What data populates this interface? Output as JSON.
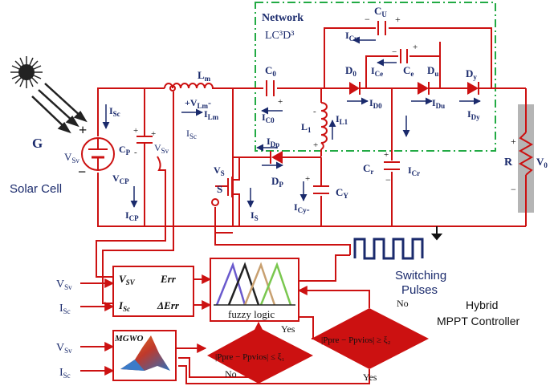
{
  "labels": {
    "network_title": "Network",
    "network_sub": "LC³D³",
    "solar_cell": "Solar Cell",
    "irradiance": "G",
    "vsv": "V",
    "vsv_sub": "Sv",
    "isc": "I",
    "isc_sub": "Sc",
    "cp": "C",
    "cp_sub": "P",
    "vcp": "V",
    "vcp_sub": "CP",
    "icp": "I",
    "icp_sub": "CP",
    "vsv_node": "V",
    "vsv_node_sub": "Sv",
    "lm": "L",
    "lm_sub": "m",
    "vlm": "+V",
    "vlm_sub": "Lm",
    "vlm_minus": "-",
    "ilm": "I",
    "ilm_sub": "Lm",
    "isc_node": "I",
    "isc_node_sub": "Sc",
    "c0": "C",
    "c0_sub": "0",
    "ic0": "I",
    "ic0_sub": "C0",
    "l1": "L",
    "l1_sub": "1",
    "il1": "I",
    "il1_sub": "L1",
    "d0": "D",
    "d0_sub": "0",
    "id0": "I",
    "id0_sub": "D0",
    "cu": "C",
    "cu_sub": "U",
    "icu": "I",
    "icu_sub": "Cu",
    "ce": "C",
    "ce_sub": "e",
    "ice": "I",
    "ice_sub": "Ce",
    "du": "D",
    "du_sub": "u",
    "idu": "I",
    "idu_sub": "Du",
    "dy": "D",
    "dy_sub": "y",
    "idy": "I",
    "idy_sub": "Dy",
    "cr": "C",
    "cr_sub": "r",
    "icr": "I",
    "icr_sub": "Cr",
    "r": "R",
    "v0": "V",
    "v0_sub": "0",
    "idp": "I",
    "idp_sub": "Dp",
    "dp": "D",
    "dp_sub": "P",
    "vs": "V",
    "vs_sub": "S",
    "s": "S",
    "is": "I",
    "is_sub": "S",
    "icy": "I",
    "icy_sub": "Cy",
    "cy": "C",
    "cy_sub": "Y",
    "switching": "Switching",
    "pulses": "Pulses",
    "hybrid": "Hybrid",
    "mppt": "MPPT Controller",
    "err_block_vsv": "V",
    "err_block_vsv_sub": "SV",
    "err_block_isc": "I",
    "err_block_isc_sub": "Sc",
    "err": "Err",
    "derr": "ΔErr",
    "fuzzy": "fuzzy logic",
    "mgwo": "MGWO",
    "in_vsv1": "V",
    "in_vsv1_sub": "Sv",
    "in_isc1": "I",
    "in_isc1_sub": "Sc",
    "in_vsv2": "V",
    "in_vsv2_sub": "Sv",
    "in_isc2": "I",
    "in_isc2_sub": "Sc",
    "cond_right": "|Ppre − Ppvios| ≥ ξ₂",
    "cond_left": "|Ppre − Ppvios| ≤ ξ₁",
    "yes1": "Yes",
    "yes2": "Yes",
    "no1": "No",
    "no2": "No"
  },
  "colors": {
    "wire": "#cc1111",
    "label": "#1a2a6c",
    "network_border": "#22aa44",
    "diamond": "#cc1111",
    "load": "#b5b5b5"
  }
}
